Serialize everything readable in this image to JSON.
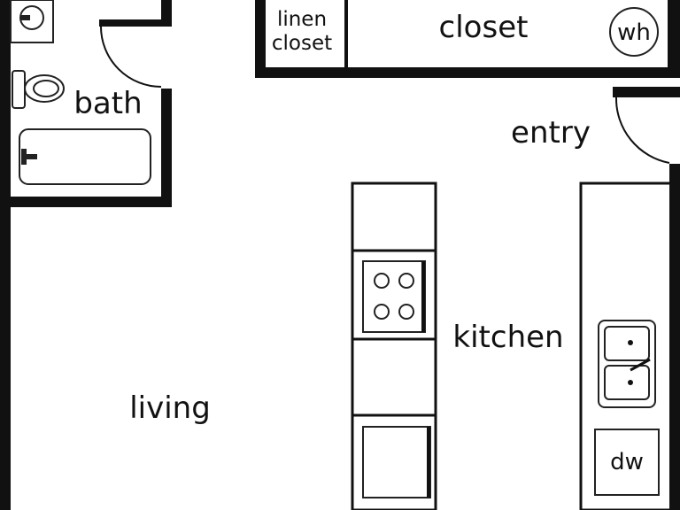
{
  "labels": {
    "bath": "bath",
    "linen_closet_line1": "linen",
    "linen_closet_line2": "closet",
    "closet": "closet",
    "water_heater": "wh",
    "entry": "entry",
    "kitchen": "kitchen",
    "living": "living",
    "dishwasher": "dw"
  },
  "colors": {
    "wall": "#111111",
    "fixture_stroke": "#222222",
    "background": "#ffffff"
  },
  "icons": {
    "sink": "bathroom-sink-icon",
    "toilet": "toilet-icon",
    "bathtub": "bathtub-icon",
    "stove": "stove-icon",
    "kitchen_sink": "kitchen-sink-icon",
    "water_heater": "water-heater-icon"
  }
}
